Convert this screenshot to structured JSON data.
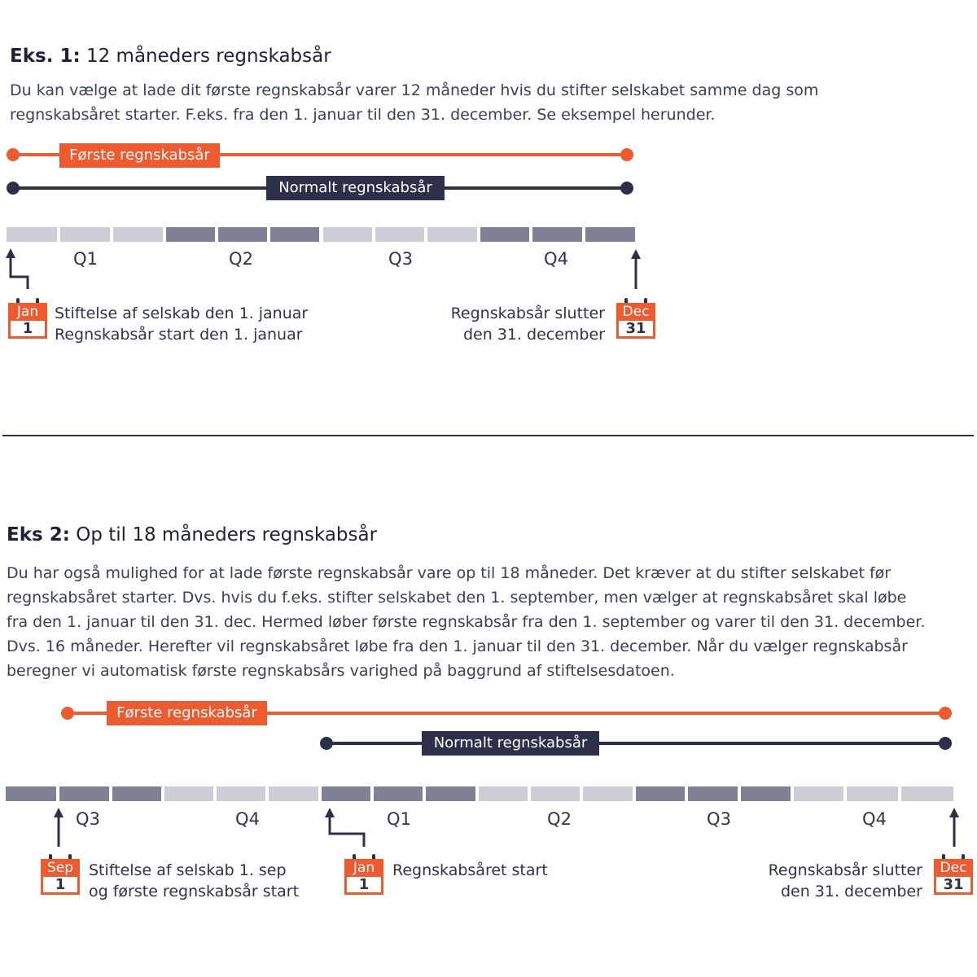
{
  "colors": {
    "orange": "#ef5a2e",
    "navy": "#2c3149",
    "segment_light": "#cdcdd6",
    "segment_dark": "#7e8294"
  },
  "example1": {
    "heading_bold": "Eks. 1:",
    "heading_rest": "12 måneders regnskabsår",
    "paragraph": [
      "Du kan vælge at lade dit første regnskabsår varer 12 måneder hvis du stifter selskabet samme dag som",
      "regnskabsåret starter. F.eks. fra den 1. januar til den 31. december. Se eksempel herunder."
    ],
    "first_year_label": "Første regnskabsår",
    "normal_year_label": "Normalt regnskabsår",
    "quarters": [
      "Q1",
      "Q2",
      "Q3",
      "Q4"
    ],
    "start_calendar": {
      "month": "Jan",
      "day": "1"
    },
    "start_caption": [
      "Stiftelse af selskab den 1. januar",
      "Regnskabsår start den 1. januar"
    ],
    "end_calendar": {
      "month": "Dec",
      "day": "31"
    },
    "end_caption": [
      "Regnskabsår slutter",
      "den 31. december"
    ]
  },
  "example2": {
    "heading_bold": "Eks 2:",
    "heading_rest": "Op til 18 måneders regnskabsår",
    "paragraph": [
      "Du har også mulighed for at lade første regnskabsår vare op til 18 måneder. Det kræver at du stifter selskabet før",
      "regnskabsåret starter. Dvs. hvis du f.eks. stifter selskabet den 1. september, men vælger at regnskabsåret skal løbe",
      "fra den 1. januar til den 31. dec. Hermed løber første regnskabsår fra den 1. september og varer til den 31. december.",
      "Dvs. 16 måneder. Herefter vil regnskabsåret løbe fra den 1. januar til den 31. december. Når du vælger regnskabsår",
      "beregner vi automatisk første regnskabsårs varighed på baggrund af stiftelsesdatoen."
    ],
    "first_year_label": "Første regnskabsår",
    "normal_year_label": "Normalt regnskabsår",
    "quarters": [
      "Q3",
      "Q4",
      "Q1",
      "Q2",
      "Q3",
      "Q4"
    ],
    "sep_calendar": {
      "month": "Sep",
      "day": "1"
    },
    "sep_caption": [
      "Stiftelse af selskab 1. sep",
      "og første regnskabsår start"
    ],
    "jan_calendar": {
      "month": "Jan",
      "day": "1"
    },
    "jan_caption": [
      "Regnskabsåret start"
    ],
    "end_calendar": {
      "month": "Dec",
      "day": "31"
    },
    "end_caption": [
      "Regnskabsår slutter",
      "den 31. december"
    ]
  }
}
